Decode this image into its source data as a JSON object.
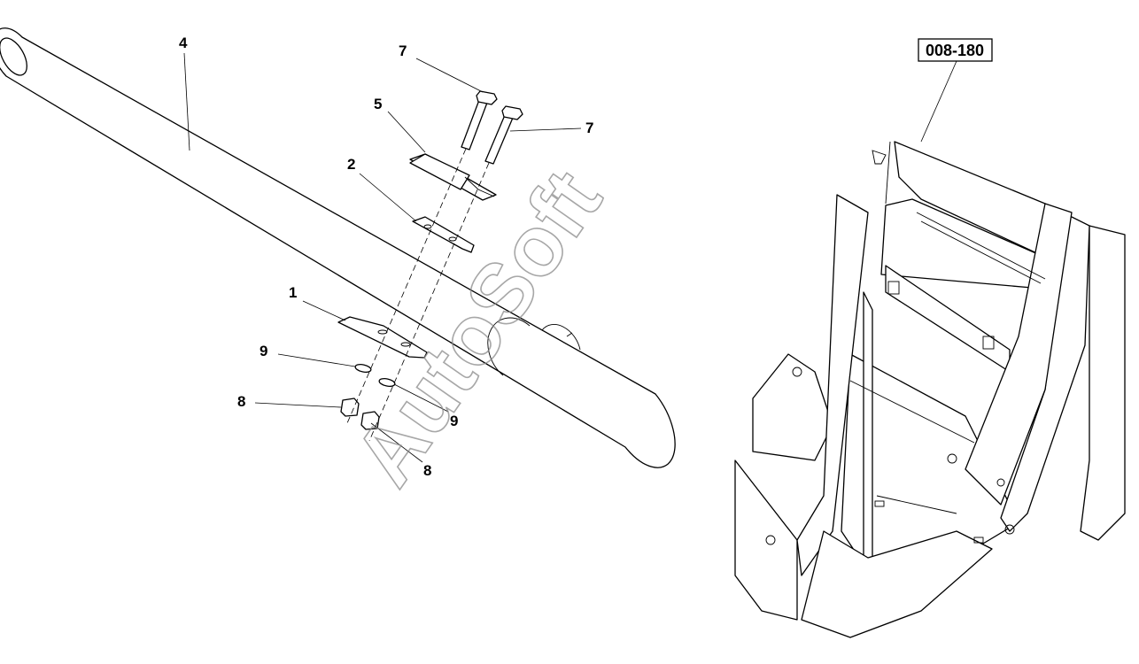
{
  "diagram": {
    "reference_code": "008-180",
    "watermark": "AutoSoft",
    "callouts": [
      {
        "id": "c4",
        "label": "4"
      },
      {
        "id": "c7a",
        "label": "7"
      },
      {
        "id": "c7b",
        "label": "7"
      },
      {
        "id": "c5",
        "label": "5"
      },
      {
        "id": "c2",
        "label": "2"
      },
      {
        "id": "c1",
        "label": "1"
      },
      {
        "id": "c9a",
        "label": "9"
      },
      {
        "id": "c9b",
        "label": "9"
      },
      {
        "id": "c8a",
        "label": "8"
      },
      {
        "id": "c8b",
        "label": "8"
      }
    ]
  }
}
